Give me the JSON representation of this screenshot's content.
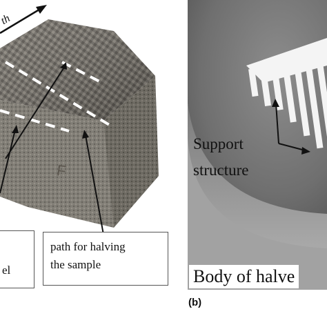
{
  "panel_a": {
    "arrow_label_top": "th",
    "label_left_fragment": "el",
    "label_right_line1": "path for halving",
    "label_right_line2": "the sample"
  },
  "panel_b": {
    "support_line1": "Support",
    "support_line2": "structure",
    "bottom_caption": "Body of halve"
  },
  "figure_label": "(b)"
}
